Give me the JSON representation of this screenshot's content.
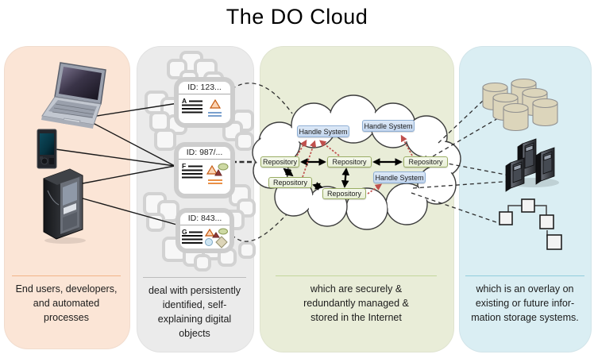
{
  "title": "The DO Cloud",
  "panels": [
    {
      "name": "end-users",
      "caption": "End users, developers,\nand automated\nprocesses"
    },
    {
      "name": "digital-objects",
      "caption": "deal with persistently\nidentified, self-\nexplaining digital\nobjects"
    },
    {
      "name": "do-cloud",
      "caption": "which are securely &\nredundantly managed &\nstored in the Internet"
    },
    {
      "name": "storage-systems",
      "caption": "which is an overlay on\nexisting or future infor-\nmation storage systems."
    }
  ],
  "digital_objects": [
    {
      "id_label": "ID: 123...",
      "doc_letter": "A"
    },
    {
      "id_label": "ID: 987/...",
      "doc_letter": "F"
    },
    {
      "id_label": "ID: 843...",
      "doc_letter": "G"
    }
  ],
  "cloud_nodes": {
    "handle_system_1": "Handle System",
    "handle_system_2": "Handle System",
    "handle_system_3": "Handle System",
    "repository_1": "Repository",
    "repository_2": "Repository",
    "repository_3": "Repository",
    "repository_4": "Repository",
    "repository_5": "Repository"
  },
  "icons": {
    "devices": [
      "laptop-icon",
      "smartphone-icon",
      "desktop-tower-icon"
    ],
    "storage": [
      "database-cylinders-icon",
      "server-towers-icon",
      "object-tree-icon"
    ]
  },
  "colors": {
    "panel_end_users_bg": "#fbe5d6",
    "panel_digital_objects_bg": "#ebebeb",
    "panel_cloud_bg": "#e9edd8",
    "panel_storage_bg": "#daeef3",
    "divider_end_users": "#f2b489",
    "divider_digital_objects": "#bdbdbd",
    "divider_cloud": "#c3d69b",
    "divider_storage": "#92cddc",
    "handle_system_fill": "#c9daf0",
    "handle_system_border": "#8fafd4",
    "repository_fill": "#eef2e1",
    "repository_border": "#9aad64",
    "red_arrow": "#c0504d"
  }
}
